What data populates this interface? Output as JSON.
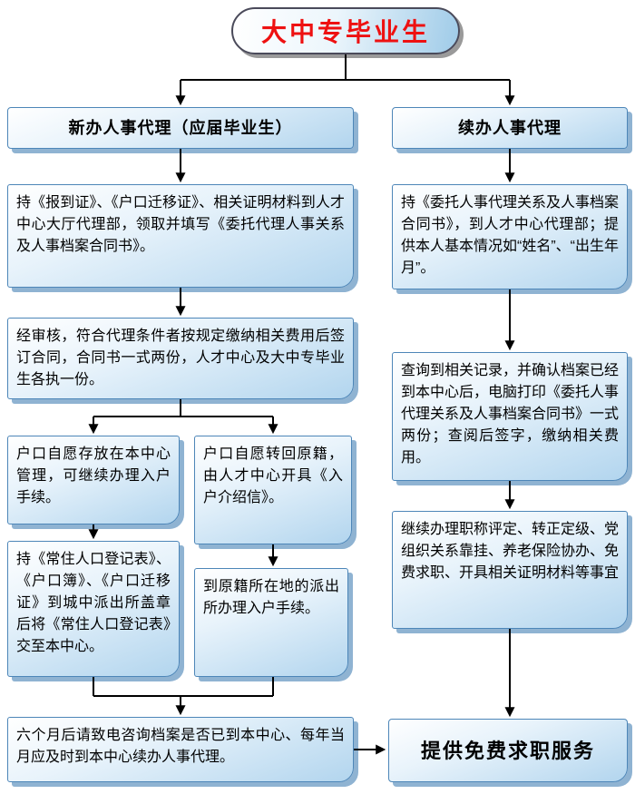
{
  "title": "大中专毕业生",
  "left": {
    "header": "新办人事代理（应届毕业生）",
    "step_documents": "持《报到证》、《户口迁移证》、相关证明材料到人才中心大厅代理部，领取并填写《委托代理人事关系及人事档案合同书》。",
    "step_review": "经审核，符合代理条件者按规定缴纳相关费用后签订合同，合同书一式两份，人才中心及大中专毕业生各执一份。",
    "option_keep": "户口自愿存放在本中心管理，可继续办理入户手续。",
    "option_keep_next": "持《常住人口登记表》、《户口簿》、《户口迁移证》到城中派出所盖章后将《常住人口登记表》交至本中心。",
    "option_return": "户口自愿转回原籍，由人才中心开具《入户介绍信》。",
    "option_return_next": "到原籍所在地的派出所办理入户手续。",
    "followup": "六个月后请致电咨询档案是否已到本中心、每年当月应及时到本中心续办人事代理。"
  },
  "right": {
    "header": "续办人事代理",
    "step_contract": "持《委托人事代理关系及人事档案合同书》，到人才中心代理部；提供本人基本情况如“姓名”、“出生年月”。",
    "step_query": "查询到相关记录，并确认档案已经到本中心后，电脑打印《委托人事代理关系及人事档案合同书》一式两份；查阅后签字，缴纳相关费用。",
    "step_services": "继续办理职称评定、转正定级、党组织关系靠挂、养老保险协办、免费求职、开具相关证明材料等事宜",
    "final": "提供免费求职服务"
  },
  "colors": {
    "title_text": "#ee1111",
    "box_border": "#4d86b8",
    "box_shadow": "#8fb3d2",
    "box_fill_bottom": "#b2d5ee",
    "arrow": "#000000"
  }
}
